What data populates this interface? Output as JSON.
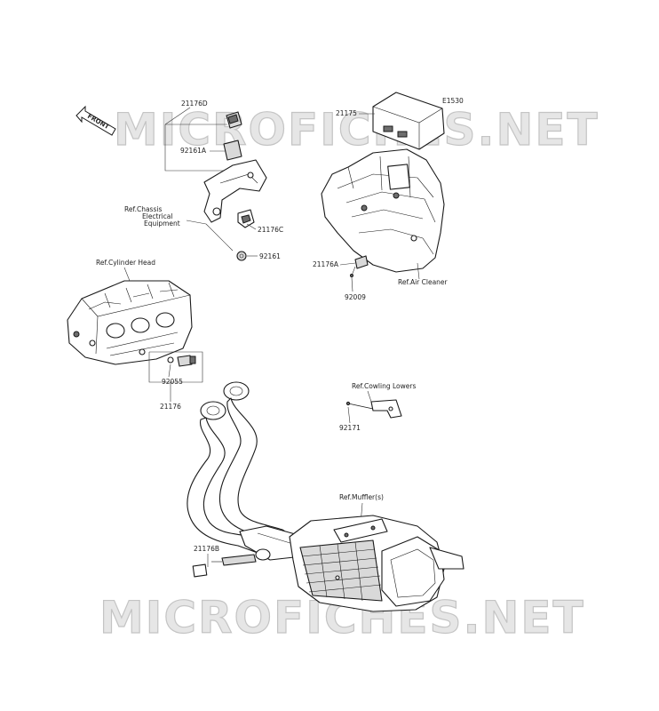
{
  "diagram": {
    "code": "E1530",
    "front_label": "FRONT",
    "watermark": "MICROFICHES.NET",
    "callouts": {
      "p21176D": "21176D",
      "p92161A": "92161A",
      "p21176C": "21176C",
      "p92161": "92161",
      "p21175": "21175",
      "p21176A": "21176A",
      "p92009": "92009",
      "p92055": "92055",
      "p21176": "21176",
      "p92171": "92171",
      "p21176B": "21176B"
    },
    "refs": {
      "chassis_1": "Ref.Chassis",
      "chassis_2": "Electrical",
      "chassis_3": "Equipment",
      "cylinder_head": "Ref.Cylinder Head",
      "air_cleaner": "Ref.Air Cleaner",
      "cowling": "Ref.Cowling Lowers",
      "muffler": "Ref.Muffler(s)"
    }
  }
}
